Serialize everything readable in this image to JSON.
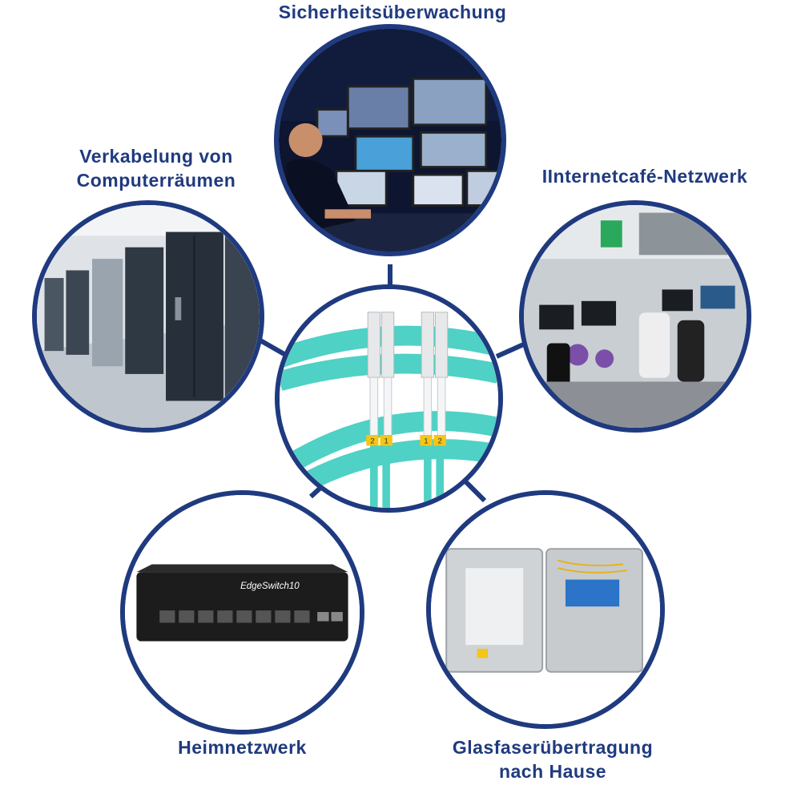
{
  "labels": {
    "surveillance": "Sicherheitsüberwachung",
    "server_room": [
      "Verkabelung von",
      "Computerräumen"
    ],
    "internet_cafe": "IInternetcafé-Netzwerk",
    "home_network": "Heimnetzwerk",
    "fiber_home": [
      "Glasfaserübertragung",
      "nach Hause"
    ]
  },
  "colors": {
    "ring": "#1f3a7f",
    "text": "#1f3a7f",
    "cable": "#4fd1c5",
    "connector": "#e6e8ea",
    "tag": "#f5c518"
  },
  "product_text": {
    "switch_model": "EdgeSwitch10",
    "cable_tag_a": "2",
    "cable_tag_b": "1"
  },
  "icons": {
    "center": "fiber-patch-cable-icon",
    "surveillance": "security-monitor-room-image",
    "server_room": "server-rack-image",
    "internet_cafe": "gaming-cafe-image",
    "home_network": "network-switch-image",
    "fiber_home": "fiber-distribution-box-image"
  }
}
